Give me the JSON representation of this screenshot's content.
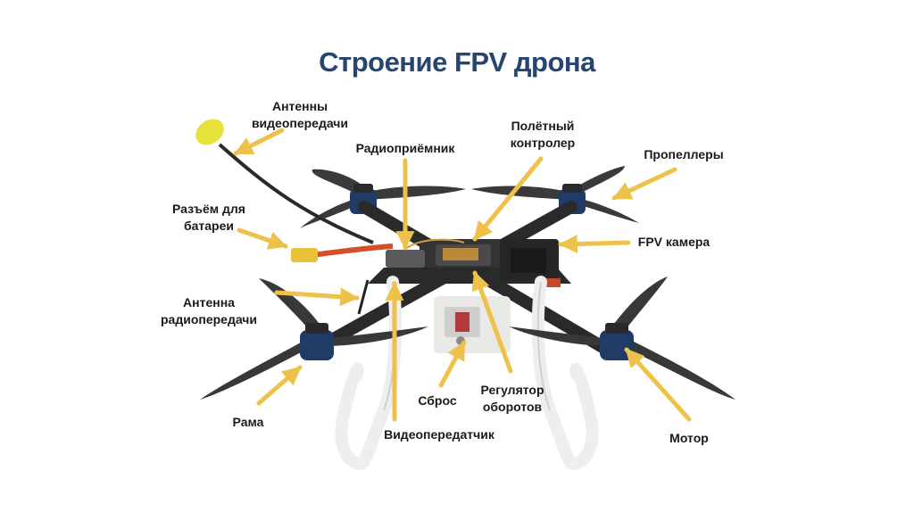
{
  "title": "Строение FPV дрона",
  "colors": {
    "title": "#27456e",
    "arrow": "#eec24a",
    "frame": "#2a2a2a",
    "prop": "#3a3a3a",
    "legs": "#f2f2f2",
    "motor_accent": "#1f3b66",
    "battery_lead": "#d4502a",
    "antenna_cap": "#e7e23a"
  },
  "labels": {
    "video_antenna": [
      "Антенны",
      "видеопередачи"
    ],
    "receiver": "Радиоприёмник",
    "flight_controller": [
      "Полётный",
      "контролер"
    ],
    "propellers": "Пропеллеры",
    "battery_connector": [
      "Разъём для",
      "батареи"
    ],
    "fpv_camera": "FPV камера",
    "radio_antenna": [
      "Антенна",
      "радиопередачи"
    ],
    "frame": "Рама",
    "reset": "Сброс",
    "esc": [
      "Регулятор",
      "оборотов"
    ],
    "video_transmitter": "Видеопередатчик",
    "motor": "Мотор"
  }
}
